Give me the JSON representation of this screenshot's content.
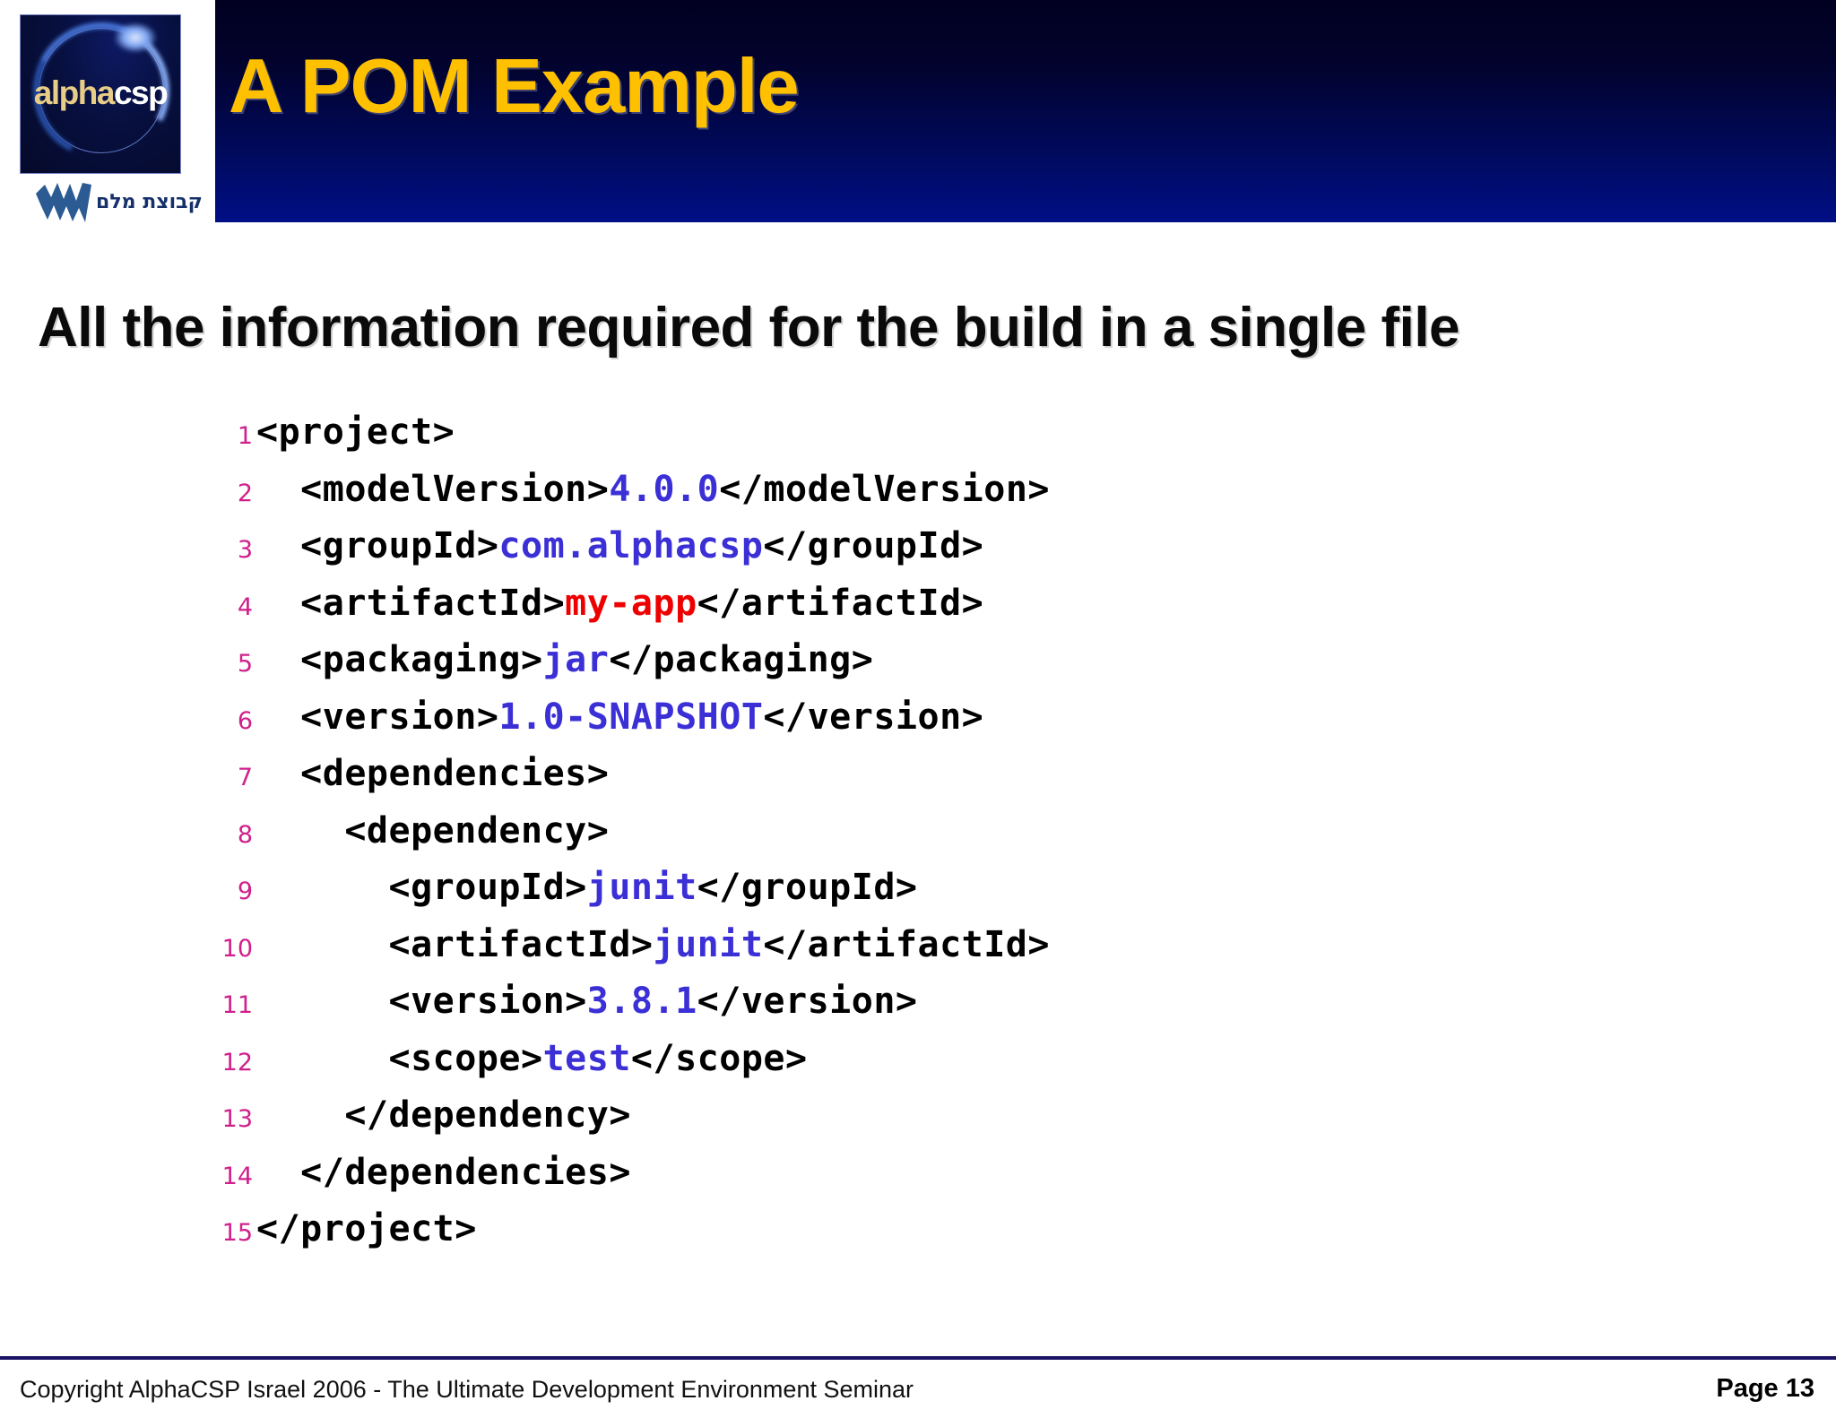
{
  "slide": {
    "title": "A POM Example",
    "headline": "All the information required for the build in a single file",
    "title_color": "#ffc000",
    "header_gradient_top": "#010020",
    "header_gradient_bottom": "#000f86"
  },
  "brand": {
    "alphacsp_alpha": "alpha",
    "alphacsp_csp": "csp",
    "malam_text": "קבוצת מלם",
    "malam_mark_color": "#2c5a93",
    "malam_text_color": "#16306b"
  },
  "code": {
    "language": "xml",
    "colors": {
      "line_number": "#d0208c",
      "tag": "#000000",
      "value": "#3b2fd6",
      "value_highlight": "#ee0000"
    },
    "lines": [
      {
        "n": "1",
        "indent": 0,
        "parts": [
          {
            "t": "<project>",
            "c": "tag"
          }
        ]
      },
      {
        "n": "2",
        "indent": 1,
        "parts": [
          {
            "t": "<modelVersion>",
            "c": "tag"
          },
          {
            "t": "4.0.0",
            "c": "val"
          },
          {
            "t": "</modelVersion>",
            "c": "tag"
          }
        ]
      },
      {
        "n": "3",
        "indent": 1,
        "parts": [
          {
            "t": "<groupId>",
            "c": "tag"
          },
          {
            "t": "com.alphacsp",
            "c": "val"
          },
          {
            "t": "</groupId>",
            "c": "tag"
          }
        ]
      },
      {
        "n": "4",
        "indent": 1,
        "parts": [
          {
            "t": "<artifactId>",
            "c": "tag"
          },
          {
            "t": "my-app",
            "c": "val-r"
          },
          {
            "t": "</artifactId>",
            "c": "tag"
          }
        ]
      },
      {
        "n": "5",
        "indent": 1,
        "parts": [
          {
            "t": "<packaging>",
            "c": "tag"
          },
          {
            "t": "jar",
            "c": "val"
          },
          {
            "t": "</packaging>",
            "c": "tag"
          }
        ]
      },
      {
        "n": "6",
        "indent": 1,
        "parts": [
          {
            "t": "<version>",
            "c": "tag"
          },
          {
            "t": "1.0-SNAPSHOT",
            "c": "val"
          },
          {
            "t": "</version>",
            "c": "tag"
          }
        ]
      },
      {
        "n": "7",
        "indent": 1,
        "parts": [
          {
            "t": "<dependencies>",
            "c": "tag"
          }
        ]
      },
      {
        "n": "8",
        "indent": 2,
        "parts": [
          {
            "t": "<dependency>",
            "c": "tag"
          }
        ]
      },
      {
        "n": "9",
        "indent": 3,
        "parts": [
          {
            "t": "<groupId>",
            "c": "tag"
          },
          {
            "t": "junit",
            "c": "val"
          },
          {
            "t": "</groupId>",
            "c": "tag"
          }
        ]
      },
      {
        "n": "10",
        "indent": 3,
        "parts": [
          {
            "t": "<artifactId>",
            "c": "tag"
          },
          {
            "t": "junit",
            "c": "val"
          },
          {
            "t": "</artifactId>",
            "c": "tag"
          }
        ]
      },
      {
        "n": "11",
        "indent": 3,
        "parts": [
          {
            "t": "<version>",
            "c": "tag"
          },
          {
            "t": "3.8.1",
            "c": "val"
          },
          {
            "t": "</version>",
            "c": "tag"
          }
        ]
      },
      {
        "n": "12",
        "indent": 3,
        "parts": [
          {
            "t": "<scope>",
            "c": "tag"
          },
          {
            "t": "test",
            "c": "val"
          },
          {
            "t": "</scope>",
            "c": "tag"
          }
        ]
      },
      {
        "n": "13",
        "indent": 2,
        "parts": [
          {
            "t": "</dependency>",
            "c": "tag"
          }
        ]
      },
      {
        "n": "14",
        "indent": 1,
        "parts": [
          {
            "t": "</dependencies>",
            "c": "tag"
          }
        ]
      },
      {
        "n": "15",
        "indent": 0,
        "parts": [
          {
            "t": "</project>",
            "c": "tag"
          }
        ]
      }
    ]
  },
  "footer": {
    "copyright": "Copyright AlphaCSP Israel 2006 - The Ultimate Development Environment Seminar",
    "page": "Page 13",
    "rule_color": "#1b1464"
  }
}
